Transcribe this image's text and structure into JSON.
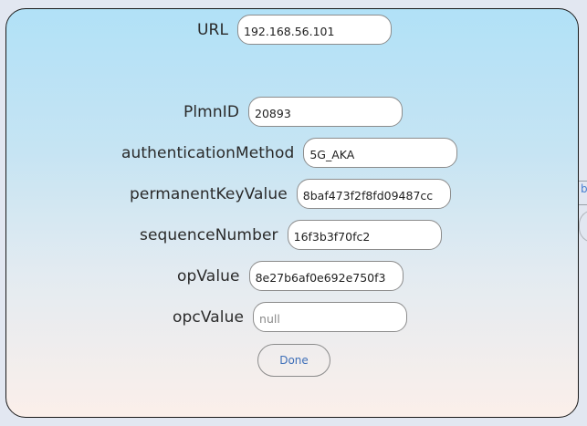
{
  "form": {
    "url": {
      "label": "URL",
      "value": "192.168.56.101"
    },
    "plmn_id": {
      "label": "PlmnID",
      "value": "20893"
    },
    "authentication_method": {
      "label": "authenticationMethod",
      "value": "5G_AKA"
    },
    "permanent_key_value": {
      "label": "permanentKeyValue",
      "value": "8baf473f2f8fd09487cc"
    },
    "sequence_number": {
      "label": "sequenceNumber",
      "value": "16f3b3f70fc2"
    },
    "op_value": {
      "label": "opValue",
      "value": "8e27b6af0e692e750f3"
    },
    "opc_value": {
      "label": "opcValue",
      "value": "",
      "placeholder": "null"
    },
    "done_label": "Done"
  },
  "background": {
    "peek_letter": "b"
  },
  "colors": {
    "modal_top": "#b1e1f7",
    "modal_bottom": "#fbefea",
    "page_background": "#e2e7f1",
    "button_text": "#3e6fb8"
  }
}
